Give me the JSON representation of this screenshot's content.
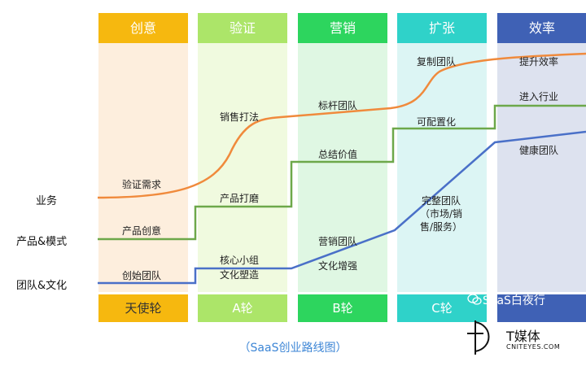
{
  "colors": {
    "col1_head": "#f6b80f",
    "col1_body": "#fdeedd",
    "col1_foot": "#f6b80f",
    "col2_head": "#ace569",
    "col2_body": "#f0fadf",
    "col2_foot": "#ace569",
    "col3_head": "#2dd55e",
    "col3_body": "#dff7e3",
    "col3_foot": "#2dd55e",
    "col4_head": "#2fd2c9",
    "col4_body": "#dcf5f4",
    "col4_foot": "#2fd2c9",
    "col5_head": "#3f61b5",
    "col5_body": "#dde2ef",
    "col5_foot": "#3f61b5",
    "line_business": "#f08a3c",
    "line_product": "#6da84a",
    "line_team": "#4a70c8"
  },
  "columns": [
    {
      "title": "创意",
      "footer": "天使轮"
    },
    {
      "title": "验证",
      "footer": "A轮"
    },
    {
      "title": "营销",
      "footer": "B轮"
    },
    {
      "title": "扩张",
      "footer": "C轮"
    },
    {
      "title": "效率",
      "footer": ""
    }
  ],
  "rows": {
    "business": "业务",
    "product": "产品&模式",
    "team": "团队&文化"
  },
  "labels": {
    "b1": "验证需求",
    "b2": "销售打法",
    "b3": "标杆团队",
    "b4": "复制团队",
    "b5": "提升效率",
    "p1": "产品创意",
    "p2": "产品打磨",
    "p3": "总结价值",
    "p4": "可配置化",
    "p5": "进入行业",
    "t1": "创始团队",
    "t2a": "核心小组",
    "t2b": "文化塑造",
    "t3a": "营销团队",
    "t3b": "文化增强",
    "t4a": "完整团队",
    "t4b": "（市场/销",
    "t4c": "售/服务）",
    "t5": "健康团队"
  },
  "caption": "（SaaS创业路线图）",
  "watermark": "SaaS白夜行",
  "brand": {
    "name": "T媒体",
    "sub": "CNITEYES.COM"
  }
}
